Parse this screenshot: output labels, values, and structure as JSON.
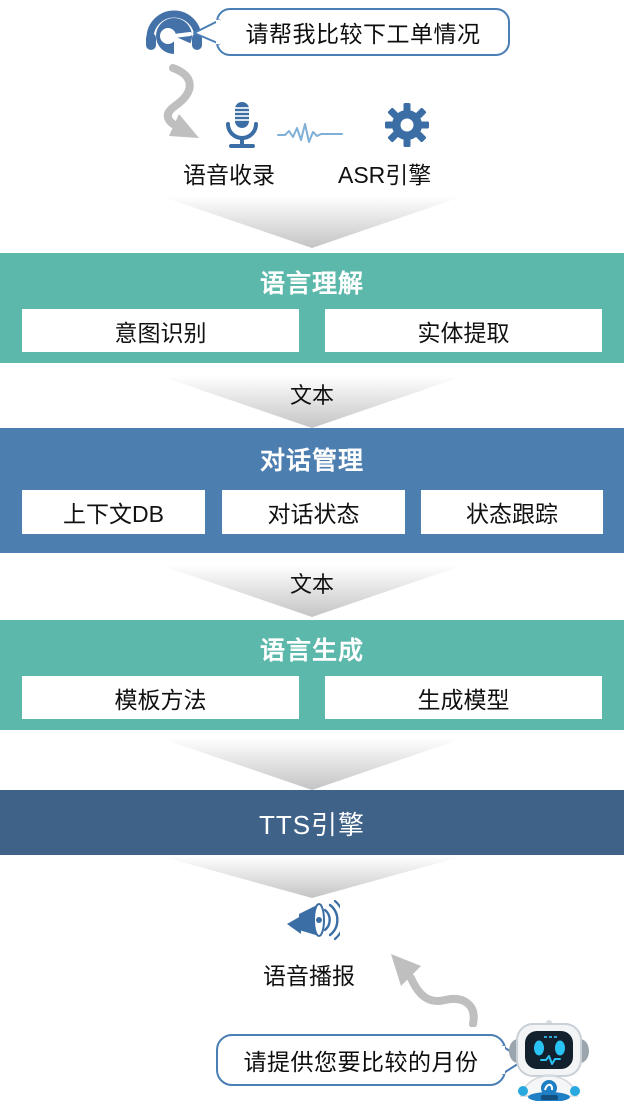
{
  "diagram": {
    "title_flow": "voice-assistant-pipeline",
    "colors": {
      "green": "#5bb8aa",
      "blue": "#4d7eb0",
      "tts_blue": "#3e6288",
      "bubble_border": "#4a7eb5",
      "icon_blue": "#4472a8",
      "arrow_gray": "#bfbfbf",
      "chevron_top": "#ffffff",
      "chevron_bottom": "#c4c4c4",
      "text_dark": "#111111",
      "text_white": "#ffffff"
    }
  },
  "top": {
    "user_bubble_text": "请帮我比较下工单情况",
    "headset_icon": "headset-icon",
    "down_arrow_icon": "curved-down-arrow-icon",
    "mic_icon": "microphone-icon",
    "waveform_icon": "audio-waveform-icon",
    "gear_icon": "gear-icon",
    "captions": [
      {
        "label": "语音收录",
        "name": "voice-capture-caption"
      },
      {
        "label": "ASR引擎",
        "name": "asr-engine-caption"
      }
    ]
  },
  "stages": [
    {
      "id": "nlu",
      "title": "语言理解",
      "color": "#5bb8aa",
      "bold": true,
      "boxes": [
        {
          "label": "意图识别"
        },
        {
          "label": "实体提取"
        }
      ]
    },
    {
      "id": "dm",
      "title": "对话管理",
      "color": "#4d7eb0",
      "bold": true,
      "boxes": [
        {
          "label": "上下文DB"
        },
        {
          "label": "对话状态"
        },
        {
          "label": "状态跟踪"
        }
      ]
    },
    {
      "id": "nlg",
      "title": "语言生成",
      "color": "#5bb8aa",
      "bold": true,
      "boxes": [
        {
          "label": "模板方法"
        },
        {
          "label": "生成模型"
        }
      ]
    },
    {
      "id": "tts",
      "title": "TTS引擎",
      "color": "#3e6288",
      "bold": false,
      "boxes": []
    }
  ],
  "connectors": [
    {
      "id": "asr-to-nlu",
      "label": ""
    },
    {
      "id": "nlu-to-dm",
      "label": "文本"
    },
    {
      "id": "dm-to-nlg",
      "label": "文本"
    },
    {
      "id": "nlg-to-tts",
      "label": ""
    },
    {
      "id": "tts-to-broadcast",
      "label": ""
    }
  ],
  "bottom": {
    "megaphone_icon": "megaphone-icon",
    "broadcast_caption": "语音播报",
    "up_arrow_icon": "curved-up-arrow-icon",
    "assistant_bubble_text": "请提供您要比较的月份",
    "robot_icon": "robot-mascot-icon"
  }
}
